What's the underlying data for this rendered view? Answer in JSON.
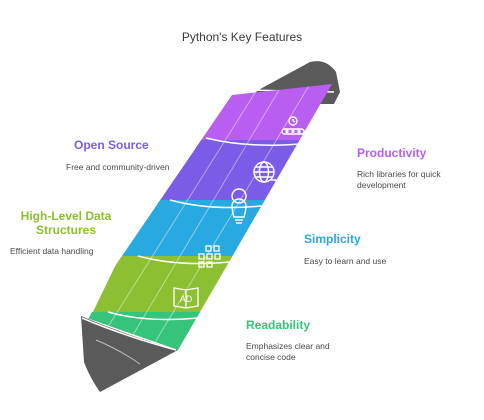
{
  "title": "Python's Key Features",
  "colors": {
    "productivity": "#b85ef0",
    "open_source": "#7b5ce6",
    "simplicity": "#28a9e0",
    "high_level": "#8cbf32",
    "readability": "#36c47a",
    "cap": "#5a5a5a",
    "tip": "#5a5a5a"
  },
  "features": [
    {
      "id": "productivity",
      "heading": "Productivity",
      "desc": "Rich libraries for quick development",
      "icon": "conveyor-icon"
    },
    {
      "id": "open_source",
      "heading": "Open Source",
      "desc": "Free and community-driven",
      "icon": "globe-icon"
    },
    {
      "id": "simplicity",
      "heading": "Simplicity",
      "desc": "Easy to learn and use",
      "icon": "lightbulb-icon"
    },
    {
      "id": "high_level",
      "heading": "High-Level Data Structures",
      "desc": "Efficient data handling",
      "icon": "data-grid-icon"
    },
    {
      "id": "readability",
      "heading": "Readability",
      "desc": "Emphasizes clear and concise code",
      "icon": "book-icon"
    }
  ]
}
